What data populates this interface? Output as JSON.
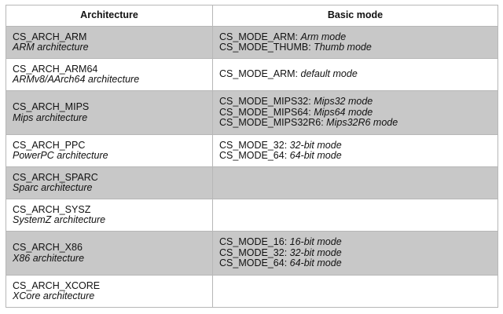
{
  "table": {
    "headers": [
      "Architecture",
      "Basic mode"
    ],
    "rows": [
      {
        "arch_name": "CS_ARCH_ARM",
        "arch_desc": "ARM architecture",
        "modes": [
          {
            "name": "CS_MODE_ARM",
            "desc": "Arm mode"
          },
          {
            "name": "CS_MODE_THUMB",
            "desc": "Thumb mode"
          }
        ]
      },
      {
        "arch_name": "CS_ARCH_ARM64",
        "arch_desc": "ARMv8/AArch64 architecture",
        "modes": [
          {
            "name": "CS_MODE_ARM",
            "desc": "default mode"
          }
        ]
      },
      {
        "arch_name": "CS_ARCH_MIPS",
        "arch_desc": "Mips architecture",
        "modes": [
          {
            "name": "CS_MODE_MIPS32",
            "desc": "Mips32 mode"
          },
          {
            "name": "CS_MODE_MIPS64",
            "desc": "Mips64 mode"
          },
          {
            "name": "CS_MODE_MIPS32R6",
            "desc": "Mips32R6 mode"
          }
        ]
      },
      {
        "arch_name": "CS_ARCH_PPC",
        "arch_desc": "PowerPC architecture",
        "modes": [
          {
            "name": "CS_MODE_32",
            "desc": "32-bit mode"
          },
          {
            "name": "CS_MODE_64",
            "desc": "64-bit mode"
          }
        ]
      },
      {
        "arch_name": "CS_ARCH_SPARC",
        "arch_desc": "Sparc architecture",
        "modes": []
      },
      {
        "arch_name": "CS_ARCH_SYSZ",
        "arch_desc": "SystemZ architecture",
        "modes": []
      },
      {
        "arch_name": "CS_ARCH_X86",
        "arch_desc": "X86 architecture",
        "modes": [
          {
            "name": "CS_MODE_16",
            "desc": "16-bit mode"
          },
          {
            "name": "CS_MODE_32",
            "desc": "32-bit mode"
          },
          {
            "name": "CS_MODE_64",
            "desc": "64-bit mode"
          }
        ]
      },
      {
        "arch_name": "CS_ARCH_XCORE",
        "arch_desc": "XCore architecture",
        "modes": []
      }
    ]
  }
}
